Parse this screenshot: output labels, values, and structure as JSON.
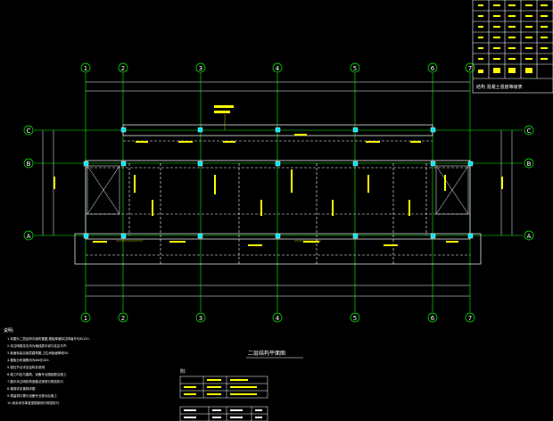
{
  "drawing": {
    "plan_title": "二层结构平面图",
    "axes": {
      "columns": [
        "1",
        "2",
        "3",
        "4",
        "5",
        "6",
        "7"
      ],
      "rows": [
        "C",
        "B",
        "A"
      ]
    },
    "notes_heading": "说明:",
    "notes_lines": [
      "1.本图为二层结构平面布置图,楼板厚度除注明者外均为120.",
      "2.未注明梁定位均为轴线居中或与柱边平齐.",
      "3.板面标高见各层建筑图,卫生间板面降低50.",
      "4.楼板分布钢筋均为Φ6@200.",
      "5.梁柱节点详见结构总说明.",
      "6.施工时应与建筑、设备专业图纸配合施工.",
      "7.图中未注明的构造做法按现行规范执行.",
      "8.楼梯详见楼梯详图.",
      "9.预留洞口需与设备专业核对后施工.",
      "10.其余未尽事宜按国家现行规范执行."
    ],
    "schedule_label": "附:",
    "table_top_right_footer": "结构 混凝土强度等级表",
    "colors": {
      "axis": "#00ff00",
      "dimension": "#ffffff",
      "annotation": "#ffff00",
      "beam_dashed": "#ffffff",
      "background": "#000000"
    }
  }
}
